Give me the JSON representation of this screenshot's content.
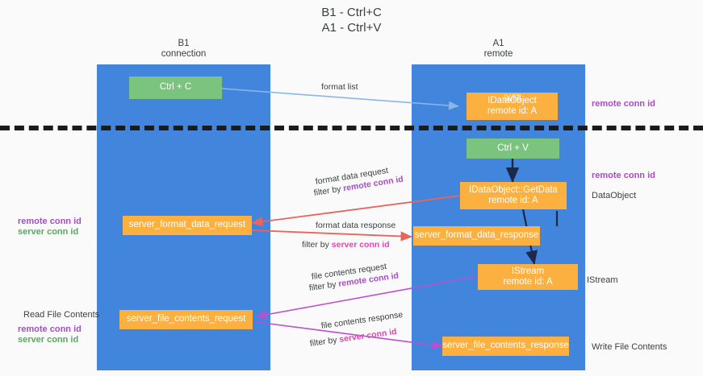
{
  "diagram": {
    "title": "B1 - Ctrl+C\nA1 - Ctrl+V",
    "columns": [
      {
        "name": "B1",
        "role": "connection",
        "label": "B1\nconnection"
      },
      {
        "name": "A1",
        "role": "remote",
        "label": "A1\nremote"
      }
    ],
    "nodes": {
      "ctrl_c": "Ctrl + C",
      "idataobject": "IDataObject\nremote id: A",
      "idataobject_ghost": "IX/f7I",
      "ctrl_v": "Ctrl + V",
      "idataobject_getdata": "IDataObject::GetData\nremote id: A",
      "server_format_data_request": "server_format_data_request",
      "server_format_data_response": "server_format_data_response",
      "istream": "IStream\nremote id: A",
      "server_file_contents_request": "server_file_contents_request",
      "server_file_contents_response": "server_file_contents_response"
    },
    "edges": [
      {
        "id": "format-list",
        "label": "format list"
      },
      {
        "id": "format-data-request",
        "label": "format data request",
        "filter_prefix": "filter by ",
        "filter_key": "remote conn id"
      },
      {
        "id": "format-data-response",
        "label": "format data response",
        "filter_prefix": "filter by ",
        "filter_key": "server conn id"
      },
      {
        "id": "file-contents-request",
        "label": "file contents request",
        "filter_prefix": "filter by ",
        "filter_key": "remote conn id"
      },
      {
        "id": "file-contents-response",
        "label": "file contents response",
        "filter_prefix": "filter by ",
        "filter_key": "server conn id"
      }
    ],
    "annotations": {
      "right_top_conn": "remote conn id",
      "right_mid_conn": "remote conn id",
      "right_dataobject": "DataObject",
      "right_istream": "IStream",
      "right_write": "Write File Contents",
      "left_remote_conn": "remote conn id",
      "left_server_conn": "server conn id",
      "left_read": "Read File Contents",
      "left_remote_conn_2": "remote conn id",
      "left_server_conn_2": "server conn id"
    },
    "colors": {
      "lane": "#4285dd",
      "green_node": "#7ac47f",
      "orange_node": "#fbb03f",
      "purple_text": "#a64dc4",
      "green_text": "#5aa85f",
      "pink_text": "#d84ab0",
      "arrow_blue": "#8ab6e8",
      "arrow_red": "#e8645c",
      "arrow_purple": "#bb4fd0",
      "arrow_dark": "#1b2a4a",
      "divider": "#1b1b1b",
      "background": "#fafafa"
    }
  }
}
